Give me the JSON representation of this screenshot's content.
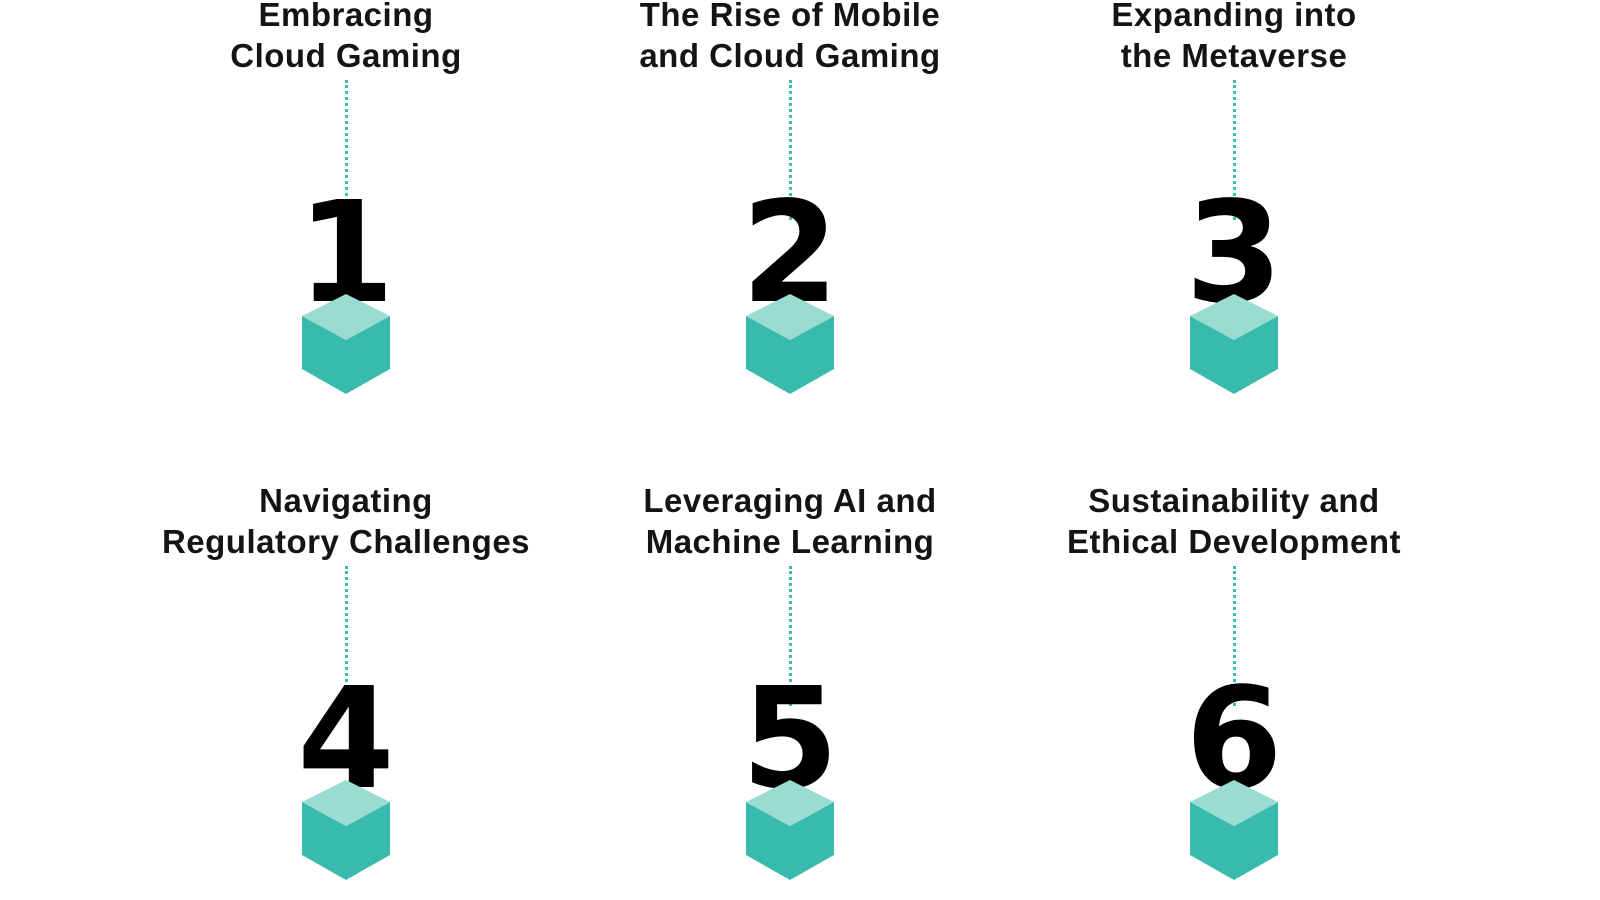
{
  "colors": {
    "cube_top": "#9adbd2",
    "cube_side": "#38bbad",
    "connector": "#3bbcad",
    "text": "#141414"
  },
  "steps": [
    {
      "number": "1",
      "title_line1": "Embracing",
      "title_line2": "Cloud Gaming"
    },
    {
      "number": "2",
      "title_line1": "The Rise of Mobile",
      "title_line2": "and Cloud Gaming"
    },
    {
      "number": "3",
      "title_line1": "Expanding into",
      "title_line2": "the Metaverse"
    },
    {
      "number": "4",
      "title_line1": "Navigating",
      "title_line2": "Regulatory Challenges"
    },
    {
      "number": "5",
      "title_line1": "Leveraging AI and",
      "title_line2": "Machine Learning"
    },
    {
      "number": "6",
      "title_line1": "Sustainability and",
      "title_line2": "Ethical Development"
    }
  ]
}
